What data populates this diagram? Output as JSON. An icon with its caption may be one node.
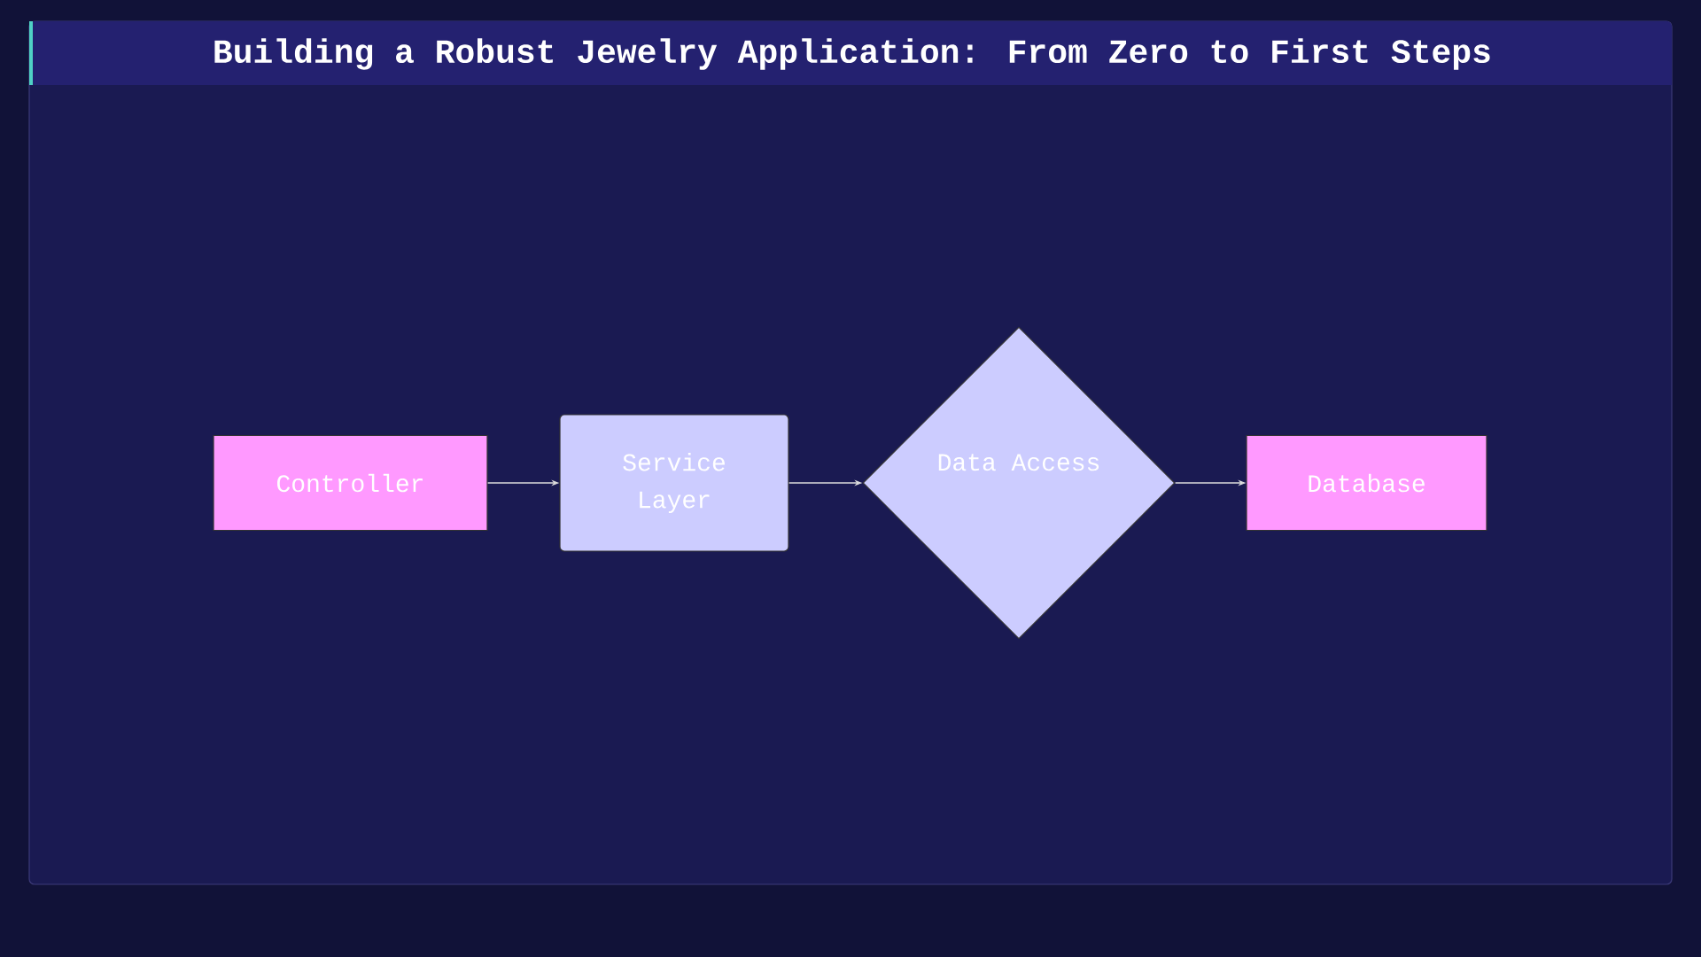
{
  "diagram": {
    "title": "Building a Robust Jewelry Application: From Zero to First Steps",
    "nodes": [
      {
        "text": [
          "Controller"
        ]
      },
      {
        "text": [
          "Service Layer"
        ]
      },
      {
        "text": [
          "Data Access"
        ]
      },
      {
        "text": [
          "Database"
        ]
      }
    ],
    "edges": [
      {
        "from": 0,
        "to": 1,
        "arrow": "to"
      },
      {
        "from": 1,
        "to": 2,
        "arrow": "to"
      },
      {
        "from": 2,
        "to": 3,
        "arrow": "to"
      }
    ]
  }
}
